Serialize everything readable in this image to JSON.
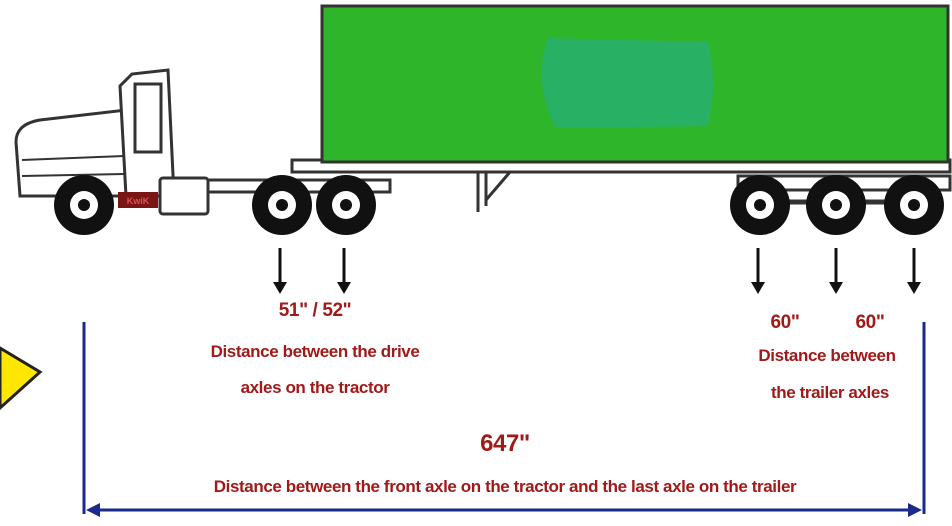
{
  "truck_badge": "KwiK",
  "drive_axles": {
    "spacing": "51\" / 52\"",
    "line1": "Distance between the drive",
    "line2": "axles on the tractor"
  },
  "trailer_axles": {
    "spacing_1": "60\"",
    "spacing_2": "60\"",
    "line1": "Distance between",
    "line2": "the trailer axles"
  },
  "overall": {
    "spacing": "647\"",
    "description": "Distance between the front axle on the tractor and the last axle on the trailer"
  },
  "colors": {
    "trailer_fill": "#2fb52a",
    "trailer_center_patch": "#28b06a",
    "label_red": "#a11a1a",
    "dimension_blue": "#1a2a8c",
    "pointer_yellow": "#ffe600"
  }
}
